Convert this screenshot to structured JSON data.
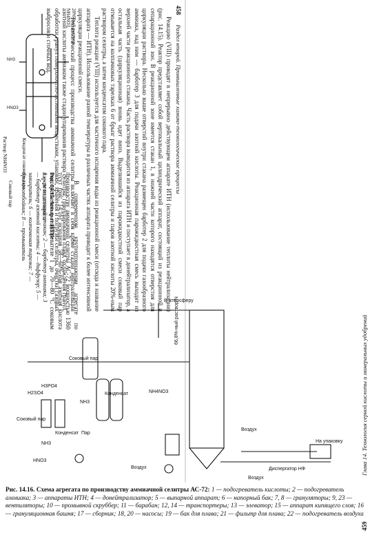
{
  "left_page": {
    "page_number": "458",
    "running_head": "Раздел второй. Промышленные химико-технологические процессы",
    "paragraphs": [
      "Реакцию (VIII) проводят в непрерывно действующем аппарате ИТН (использование теплоты нейтрализации) (рис. 14.15). Реактор представляет собой вертикальный цилиндрический аппарат, состоящий из реакционной и сепарационной зон. В реакционной зоне имеется стакан 1, в нижней части которого находятся отверстия для циркуляции раствора. Несколько выше отверстий внутри стакана размещен барботер 2 для подачи газообразного аммиака, над ним — барботер 3 для подачи азотной кислоты. Реакционная парожидкостная смесь выходит из верхней части реакционного стакана. Часть раствора выводится из аппарата ИТН и поступает в донейтрализатор, а остальная часть (циркуляционная) вновь идет вниз. Выделившийся из парожидкостной смеси соковый пар отмывается на колпачковых тарелках 6 от брызг раствора аммиачной селитры и паров азотной кислоты 20%-ным раствором селитры, а затем конденсатом сокового пара.",
      "Теплота реакции (VIII) используется для частичного испарения воды из реакционной смеси (отсюда и название аппарата — ИТН). Использование разной температуры в различных частях аппарата приводит к более интенсивной циркуляции реакционной смеси.",
      "Технологический процесс производства аммиачной селитры включает в себя кроме стадии нейтрализации азотной кислоты аммиаком также стадии упаривания раствора селитры, гранулирования плава, охлаждения гранул, обработки гранул поверхностно-активными веществами, упаковки, хранения и погрузки селитры, очистки газовых выбросов и сточных вод."
    ],
    "paragraph2_tail": "В современном крупнотоннажном агрегате по производству аммиачной селитры АС-72 мощностью 1360 т/сут (рис. 14.16) исходная 58—60%-ная азотная кислота подогревается в подогревателе 1 до 70—80 °С соковым паром из аппарата",
    "fig_caption_title": "Рис. 14.15. Аппарат ИТН:",
    "fig_caption_body": "1 — реакционный стакан; 2 — барботер аммиака; 3 — барботер азотной кислоты; 4 — диффузор; 5 — завихритель; 6 — колпачковая тарелка; 7 — брызгоотбойник; 8 — промыватель",
    "fig_labels": {
      "steam": "Соковый пар",
      "sol20": "20%-ный раствор",
      "nh4no3": "NH4NO3",
      "hno3": "HNO3",
      "nh3": "NH3",
      "condensate": "Конденсат сокового пара",
      "solution": "Раствор NH4NO3"
    }
  },
  "right_page": {
    "page_number": "459",
    "running_head": "Глава 14. Технология серной кислоты и минеральных удобрений",
    "labels": {
      "atmosphere": "В атмосферу",
      "nitrate_sol": "66,8%-ный раствор NH4NO3",
      "steam": "Соковый пар",
      "air": "Воздух",
      "air2": "Воздух",
      "air3": "Воздух",
      "to_pack": "На упаковку",
      "dispersant": "Диспергатор НФ",
      "h2so4": "H2SO4",
      "h3po4": "H3PO4",
      "nh3": "NH3",
      "nh3b": "NH3",
      "hno3": "HNO3",
      "condensate": "Конденсат",
      "condensate2": "Конденсат",
      "steam_line": "Пар",
      "steam_sok": "Соковый пар",
      "nh4no3": "NH4NO3"
    }
  },
  "caption": {
    "title": "Рис. 14.16. Схема агрегата по производству аммиачной селитры АС-72:",
    "body": "1 — подогреватель кислоты; 2 — подогреватель аммиака; 3 — аппараты ИТН; 4 — донейтрализатор; 5 — выпарной аппарат; 6 — напорный бак; 7, 8 — грануляторы; 9, 23 — вентиляторы; 10 — промывной скруббер; 11 — барабан; 12, 14 — транспортеры; 13 — элеватор; 15 — аппарат кипящего слоя; 16 — грануляционная башня; 17 — сборник; 18, 20 — насосы; 19 — бак для плава; 21 — фильтр для плава; 22 — подогреватель воздуха"
  }
}
